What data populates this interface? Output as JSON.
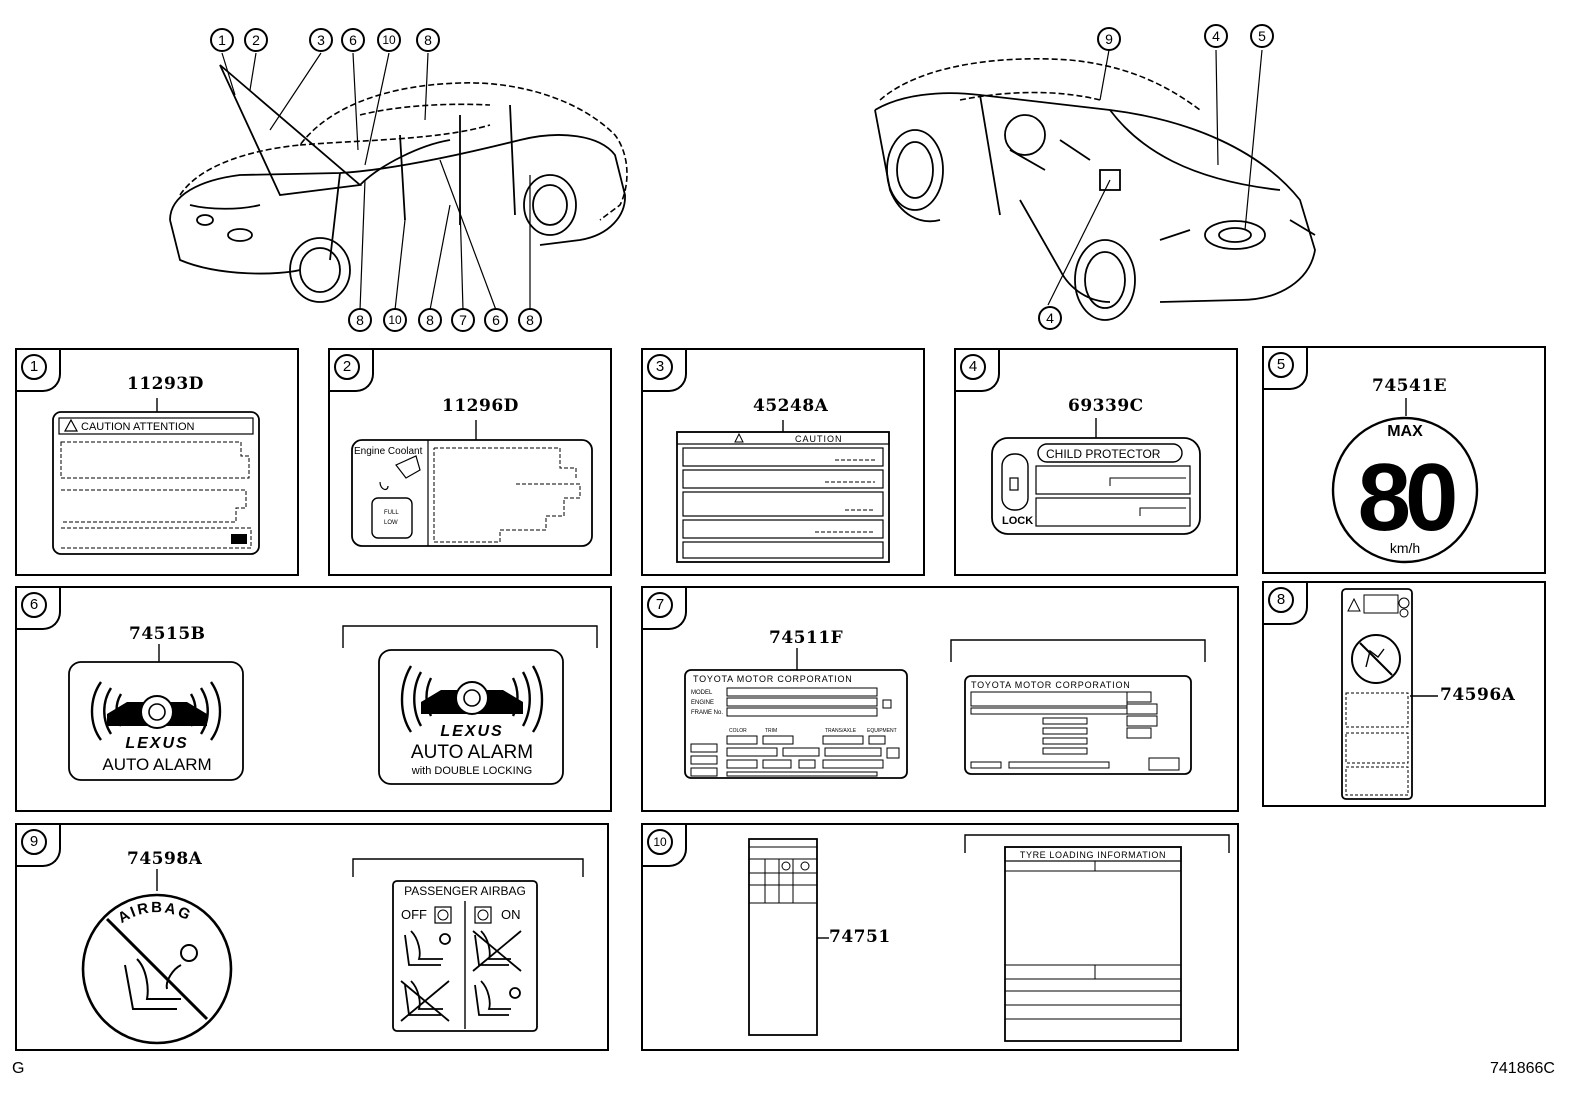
{
  "corner_left": "G",
  "corner_right": "741866C",
  "overview_callouts": {
    "front_top": [
      "1",
      "2",
      "3",
      "6",
      "10",
      "8"
    ],
    "front_bottom": [
      "8",
      "10",
      "8",
      "7",
      "6",
      "8"
    ],
    "rear_top": [
      "9",
      "4",
      "5"
    ],
    "rear_bottom": [
      "4"
    ]
  },
  "panels": [
    {
      "id": "1",
      "part": "11293D",
      "title": "CAUTION ATTENTION"
    },
    {
      "id": "2",
      "part": "11296D",
      "title": "Engine Coolant",
      "full": "FULL",
      "low": "LOW"
    },
    {
      "id": "3",
      "part": "45248A",
      "title": "CAUTION"
    },
    {
      "id": "4",
      "part": "69339C",
      "title": "CHILD PROTECTOR",
      "lock": "LOCK"
    },
    {
      "id": "5",
      "part": "74541E",
      "max": "MAX",
      "speed": "80",
      "unit": "km/h"
    },
    {
      "id": "6",
      "part": "74515B",
      "brand": "LEXUS",
      "alarm": "AUTO ALARM",
      "double": "with DOUBLE LOCKING"
    },
    {
      "id": "7",
      "part": "74511F",
      "maker": "TOYOTA MOTOR CORPORATION",
      "model": "MODEL",
      "engine": "ENGINE",
      "frame": "FRAME No.",
      "color": "COLOR",
      "trim": "TRIM",
      "cols": [
        "COLOR",
        "TRIM",
        "TRANS/AXLE",
        "EQUIPMENT"
      ]
    },
    {
      "id": "8",
      "part": "74596A"
    },
    {
      "id": "9",
      "part": "74598A",
      "airbag": "AIRBAG",
      "passenger": "PASSENGER AIRBAG",
      "off": "OFF",
      "on": "ON"
    },
    {
      "id": "10",
      "part": "74751",
      "tyre": "TYRE LOADING INFORMATION"
    }
  ],
  "colors": {
    "line": "#000000",
    "bg": "#ffffff"
  }
}
